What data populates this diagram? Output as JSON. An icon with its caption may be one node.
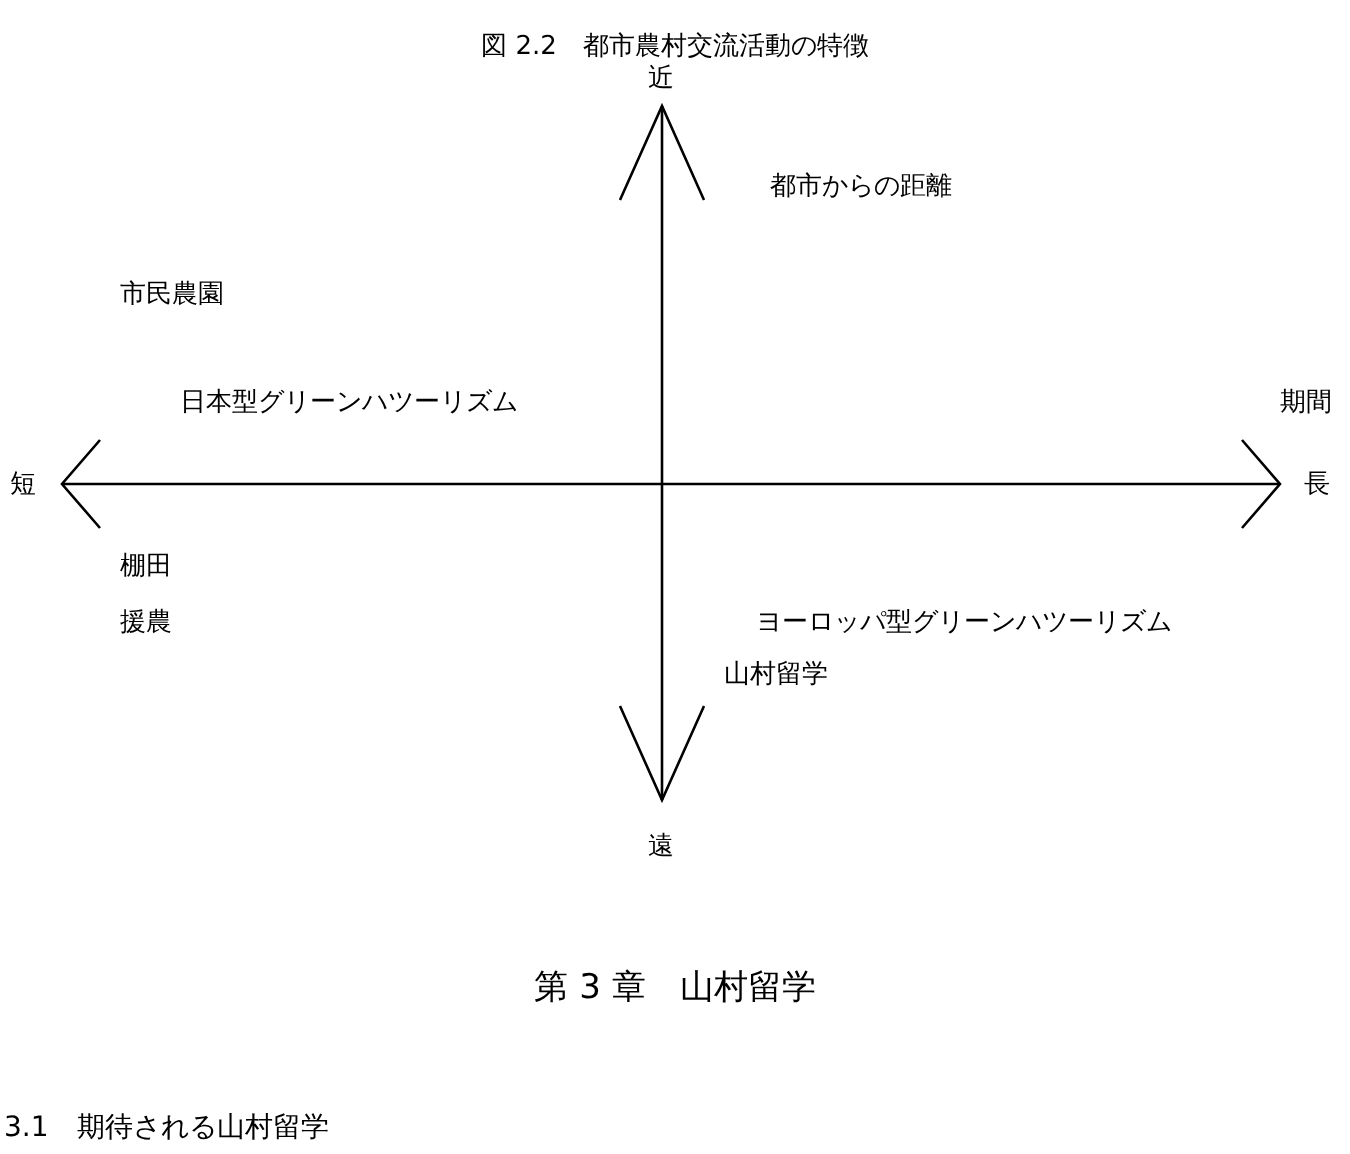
{
  "diagram": {
    "title": "図 2.2　都市農村交流活動の特徴",
    "labels": [
      "近",
      "都市からの距離",
      "市民農園",
      "日本型グリーンハツーリズム",
      "期間",
      "短",
      "長",
      "棚田",
      "援農",
      "ヨーロッパ型グリーンハツーリズム",
      "山村留学",
      "遠",
      "第 3 章　山村留学",
      "3.1　期待される山村留学"
    ]
  }
}
